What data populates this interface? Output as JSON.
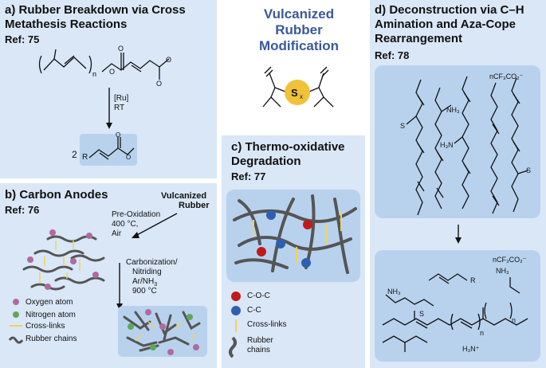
{
  "center": {
    "title_lines": [
      "Vulcanized",
      "Rubber",
      "Modification"
    ],
    "sulfur_label": "S",
    "sulfur_sub": "x"
  },
  "panel_a": {
    "title_line1": "a) Rubber Breakdown via Cross",
    "title_line2": "Metathesis Reactions",
    "ref": "Ref: 75",
    "catalyst": "[Ru]",
    "condition": "RT",
    "coefficient": "2",
    "polymer_n": "n",
    "r_label": "R"
  },
  "panel_b": {
    "title": "b) Carbon Anodes",
    "ref": "Ref: 76",
    "input_line1": "Vulcanized",
    "input_line2": "Rubber",
    "step1_line1": "Pre-Oxidation",
    "step1_line2": "400 °C,",
    "step1_line3": "Air",
    "step2_line1": "Carbonization/",
    "step2_line2": "Nitriding",
    "step2_line3": "Ar/NH",
    "step2_line3_sub": "3",
    "step2_line4": "900 °C",
    "legend": [
      "Oxygen atom",
      "Nitrogen atom",
      "Cross-links",
      "Rubber chains"
    ]
  },
  "panel_c": {
    "title_line1": "c) Thermo-oxidative",
    "title_line2": "Degradation",
    "ref": "Ref: 77",
    "legend": [
      "C-O-C",
      "C-C",
      "Cross-links",
      "Rubber",
      "chains"
    ]
  },
  "panel_d": {
    "title_line1": "d) Deconstruction via C–H",
    "title_line2": "Amination and Aza-Cope",
    "title_line3": "Rearrangement",
    "ref": "Ref: 78",
    "counterion_top": "nCF₃CO₂⁻",
    "nh3_plus": "NH₃",
    "h3n": "H₃N",
    "s_label": "S",
    "counterion_bottom": "nCF₃CO₂⁻",
    "nh3_bottom": "NH₃",
    "nh3_left": "NH₃",
    "r_label": "R",
    "n_label": "n",
    "h3n_plus": "H₃N⁺"
  },
  "colors": {
    "panel_bg": "#d9e7f7",
    "inner_bg": "#b8d2ee",
    "accent_title": "#3b5999",
    "oxygen": "#b06aa0",
    "nitrogen": "#5da85a",
    "crosslink": "#f2d25a",
    "chain": "#555555",
    "coc_red": "#c21a1a",
    "cc_blue": "#2f5fb0",
    "sulfur": "#f0c23a"
  }
}
